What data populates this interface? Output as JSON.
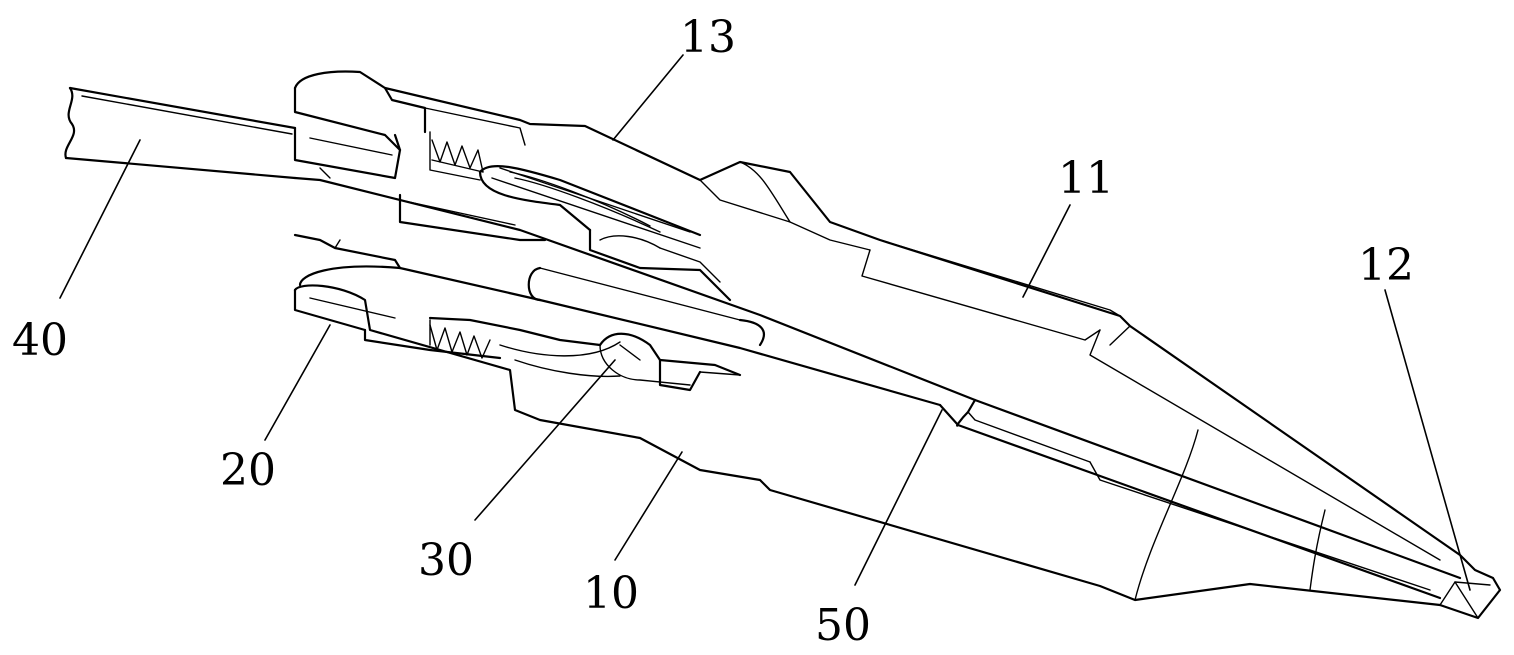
{
  "labels": {
    "l10": "10",
    "l11": "11",
    "l12": "12",
    "l13": "13",
    "l20": "20",
    "l30": "30",
    "l40": "40",
    "l50": "50"
  },
  "colors": {
    "line": "#000000",
    "background": "#ffffff"
  }
}
